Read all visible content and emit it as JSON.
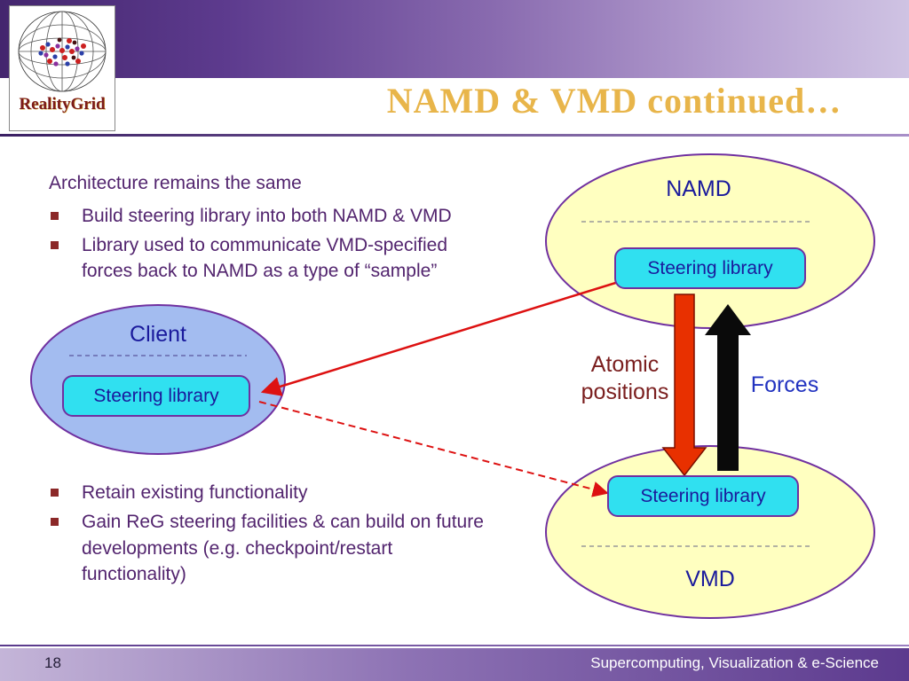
{
  "slide": {
    "title": "NAMD & VMD continued…",
    "logo_text": "RealityGrid",
    "page_number": "18",
    "footer_text": "Supercomputing, Visualization & e-Science"
  },
  "body": {
    "heading": "Architecture remains the same",
    "top_bullets": [
      "Build steering library into both NAMD & VMD",
      "Library used to communicate VMD-specified forces back to NAMD as a type of “sample”"
    ],
    "bottom_bullets": [
      "Retain existing functionality",
      "Gain ReG steering facilities & can build on future developments (e.g. checkpoint/restart functionality)"
    ]
  },
  "diagram": {
    "namd": "NAMD",
    "vmd": "VMD",
    "client": "Client",
    "steering_library": "Steering library",
    "atomic_positions": "Atomic positions",
    "forces": "Forces"
  },
  "colors": {
    "title_gold": "#E8B54A",
    "body_purple": "#52246E",
    "bullet_maroon": "#8B2828",
    "label_navy": "#1A1A9C",
    "forces_blue": "#2233C0",
    "atomic_maroon": "#7A1E1E",
    "ellipse_yellow": "#FFFFC0",
    "ellipse_blue": "#A3BCF0",
    "box_cyan": "#30E0F0",
    "outline_purple": "#7030A0",
    "arrow_red": "#E83000",
    "arrow_black": "#0A0A0A"
  }
}
